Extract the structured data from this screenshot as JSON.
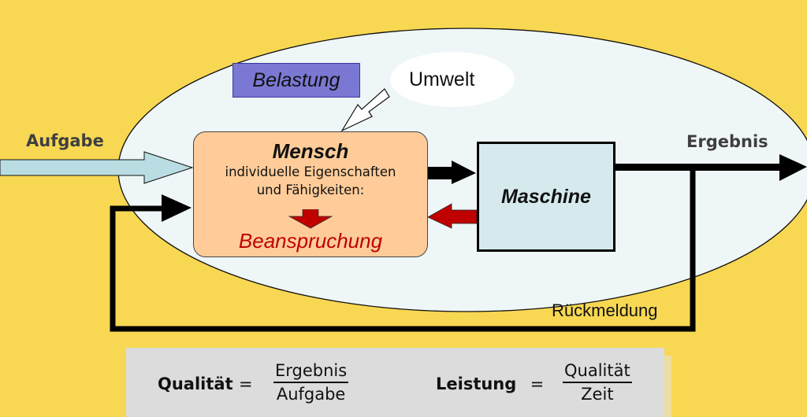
{
  "diagram": {
    "title": "Mensch-Maschine-System",
    "colors": {
      "background": "#F8D853",
      "system_ellipse": "#EFF6F7",
      "belastung_box": "#7A78D2",
      "umwelt_ellipse": "#FFFFFF",
      "mensch_box": "#FFCC99",
      "maschine_box": "#D6EAEE",
      "input_arrow": "#B9DDE2",
      "stress_arrow": "#C00000",
      "beanspruchung_text": "#C00000",
      "formula_box": "#DCDCDC"
    },
    "input_label": "Aufgabe",
    "output_label": "Ergebnis",
    "belastung_label": "Belastung",
    "umwelt_label": "Umwelt",
    "mensch": {
      "title": "Mensch",
      "subtitle_line1": "individuelle Eigenschaften",
      "subtitle_line2": "und Fähigkeiten:",
      "result": "Beanspruchung"
    },
    "maschine_label": "Maschine",
    "feedback_label": "Rückmeldung",
    "nodes": [
      "Aufgabe",
      "Belastung",
      "Umwelt",
      "Mensch",
      "Maschine",
      "Ergebnis",
      "Rückmeldung"
    ],
    "edges": [
      {
        "from": "Aufgabe",
        "to": "Mensch"
      },
      {
        "from": "Umwelt",
        "to": "Mensch"
      },
      {
        "from": "Mensch",
        "to": "Maschine"
      },
      {
        "from": "Maschine",
        "to": "Mensch"
      },
      {
        "from": "Maschine",
        "to": "Ergebnis"
      },
      {
        "from": "Ergebnis",
        "to": "Mensch",
        "label": "Rückmeldung"
      }
    ]
  },
  "formulas": [
    {
      "lhs": "Qualität",
      "eq": "=",
      "numerator": "Ergebnis",
      "denominator": "Aufgabe"
    },
    {
      "lhs": "Leistung",
      "eq": "=",
      "numerator": "Qualität",
      "denominator": "Zeit"
    }
  ]
}
